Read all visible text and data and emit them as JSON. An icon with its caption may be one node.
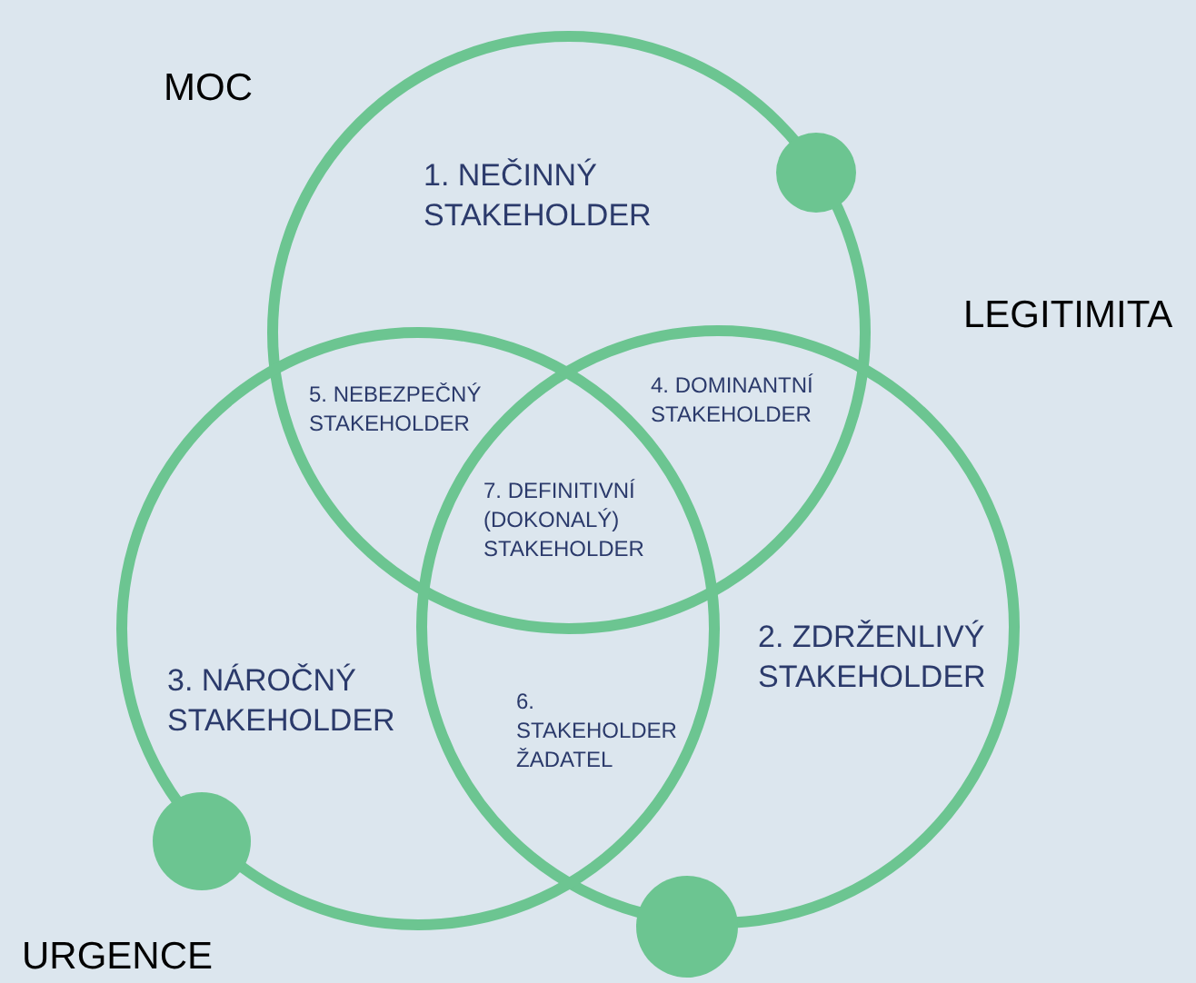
{
  "diagram": {
    "nodes": [
      {
        "text": [
          "MOC"
        ]
      },
      {
        "text": [
          "LEGITIMITA"
        ]
      },
      {
        "text": [
          "URGENCE"
        ]
      }
    ],
    "labels": [
      "1. NEČINNÝ STAKEHOLDER",
      "5. NEBEZPEČNÝ STAKEHOLDER",
      "4. DOMINANTNÍ STAKEHOLDER",
      "7. DEFINITIVNÍ (DOKONALÝ) STAKEHOLDER",
      "2. ZDRŽENLIVÝ STAKEHOLDER",
      "3. NÁROČNÝ STAKEHOLDER",
      "6. STAKEHOLDER ŽADATEL"
    ]
  }
}
